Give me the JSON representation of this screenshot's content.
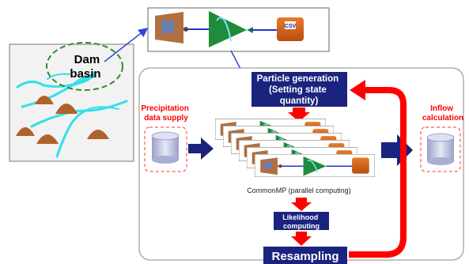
{
  "basin": {
    "title_line1": "Dam",
    "title_line2": "basin"
  },
  "particle_box": {
    "line1": "Particle generation",
    "line2": "(Setting state",
    "line3": "quantity)"
  },
  "precip": {
    "line1": "Precipitation",
    "line2": "data supply"
  },
  "inflow": {
    "line1": "Inflow",
    "line2": "calculation"
  },
  "commonmp_caption": "CommonMP (parallel computing)",
  "likelihood": {
    "line1": "Likelihood",
    "line2": "computing"
  },
  "resampling_label": "Resampling",
  "csv_label": "CSV",
  "colors": {
    "navy": "#1a237e",
    "red": "#ff0000",
    "cyan": "#33e0e8",
    "brown": "#b07040",
    "green": "#1e8c3a",
    "panel": "#f2f2f2",
    "db_fill": "#c8cce8"
  }
}
